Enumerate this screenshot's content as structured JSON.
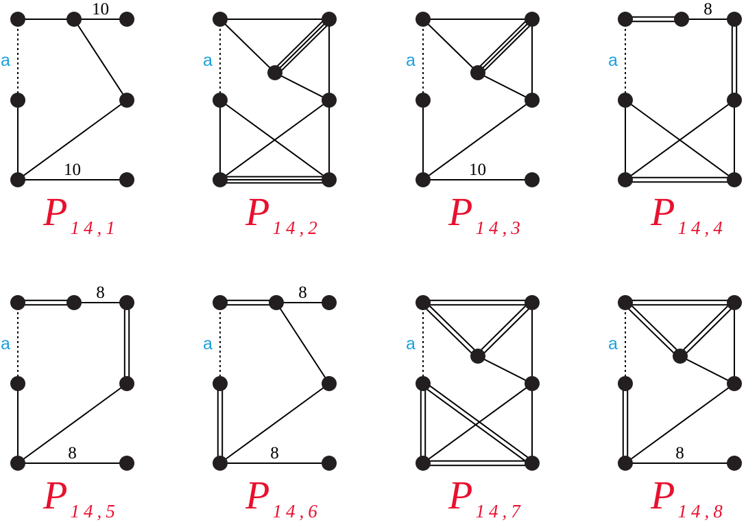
{
  "colors": {
    "caption": "#e8102e",
    "a_label": "#1aa0dc",
    "node": "#231f20",
    "edge": "#000000"
  },
  "dashed_edge_label": "a",
  "panels": [
    {
      "id": "P14_1",
      "caption_main": "P",
      "caption_sub": "14,1",
      "edges": [
        {
          "u": 0,
          "v": 1,
          "style": "single"
        },
        {
          "u": 1,
          "v": 2,
          "style": "single",
          "label": "10"
        },
        {
          "u": 1,
          "v": 4,
          "style": "single"
        },
        {
          "u": 0,
          "v": 3,
          "style": "dashed"
        },
        {
          "u": 3,
          "v": 5,
          "style": "single"
        },
        {
          "u": 4,
          "v": 5,
          "style": "single"
        },
        {
          "u": 5,
          "v": 7,
          "style": "single",
          "label": "10"
        }
      ]
    },
    {
      "id": "P14_2",
      "caption_main": "P",
      "caption_sub": "14,2",
      "edges": [
        {
          "u": 0,
          "v": 2,
          "style": "single"
        },
        {
          "u": 0,
          "v": 3,
          "style": "dashed"
        },
        {
          "u": 0,
          "v": 6,
          "style": "single"
        },
        {
          "u": 2,
          "v": 6,
          "style": "triple"
        },
        {
          "u": 6,
          "v": 4,
          "style": "single"
        },
        {
          "u": 2,
          "v": 4,
          "style": "single"
        },
        {
          "u": 3,
          "v": 5,
          "style": "single"
        },
        {
          "u": 3,
          "v": 7,
          "style": "single"
        },
        {
          "u": 4,
          "v": 5,
          "style": "single"
        },
        {
          "u": 4,
          "v": 7,
          "style": "single"
        },
        {
          "u": 5,
          "v": 7,
          "style": "triple"
        }
      ]
    },
    {
      "id": "P14_3",
      "caption_main": "P",
      "caption_sub": "14,3",
      "edges": [
        {
          "u": 0,
          "v": 2,
          "style": "single"
        },
        {
          "u": 0,
          "v": 3,
          "style": "dashed"
        },
        {
          "u": 0,
          "v": 6,
          "style": "single"
        },
        {
          "u": 2,
          "v": 6,
          "style": "triple"
        },
        {
          "u": 6,
          "v": 4,
          "style": "single"
        },
        {
          "u": 2,
          "v": 4,
          "style": "single"
        },
        {
          "u": 3,
          "v": 5,
          "style": "single"
        },
        {
          "u": 4,
          "v": 5,
          "style": "single"
        },
        {
          "u": 5,
          "v": 7,
          "style": "single",
          "label": "10"
        }
      ]
    },
    {
      "id": "P14_4",
      "caption_main": "P",
      "caption_sub": "14,4",
      "edges": [
        {
          "u": 0,
          "v": 1,
          "style": "double"
        },
        {
          "u": 1,
          "v": 2,
          "style": "single",
          "label": "8"
        },
        {
          "u": 2,
          "v": 4,
          "style": "double"
        },
        {
          "u": 0,
          "v": 3,
          "style": "dashed"
        },
        {
          "u": 3,
          "v": 5,
          "style": "single"
        },
        {
          "u": 3,
          "v": 7,
          "style": "single"
        },
        {
          "u": 4,
          "v": 5,
          "style": "single"
        },
        {
          "u": 4,
          "v": 7,
          "style": "single"
        },
        {
          "u": 5,
          "v": 7,
          "style": "double"
        }
      ]
    },
    {
      "id": "P14_5",
      "caption_main": "P",
      "caption_sub": "14,5",
      "edges": [
        {
          "u": 0,
          "v": 1,
          "style": "double"
        },
        {
          "u": 1,
          "v": 2,
          "style": "single",
          "label": "8"
        },
        {
          "u": 2,
          "v": 4,
          "style": "double"
        },
        {
          "u": 0,
          "v": 3,
          "style": "dashed"
        },
        {
          "u": 3,
          "v": 5,
          "style": "single"
        },
        {
          "u": 4,
          "v": 5,
          "style": "single"
        },
        {
          "u": 5,
          "v": 7,
          "style": "single",
          "label": "8"
        }
      ]
    },
    {
      "id": "P14_6",
      "caption_main": "P",
      "caption_sub": "14,6",
      "edges": [
        {
          "u": 0,
          "v": 1,
          "style": "double"
        },
        {
          "u": 1,
          "v": 2,
          "style": "single",
          "label": "8"
        },
        {
          "u": 1,
          "v": 4,
          "style": "single"
        },
        {
          "u": 0,
          "v": 3,
          "style": "dashed"
        },
        {
          "u": 3,
          "v": 5,
          "style": "double"
        },
        {
          "u": 4,
          "v": 5,
          "style": "single"
        },
        {
          "u": 5,
          "v": 7,
          "style": "single",
          "label": "8"
        }
      ]
    },
    {
      "id": "P14_7",
      "caption_main": "P",
      "caption_sub": "14,7",
      "edges": [
        {
          "u": 0,
          "v": 2,
          "style": "double"
        },
        {
          "u": 0,
          "v": 3,
          "style": "dashed"
        },
        {
          "u": 0,
          "v": 6,
          "style": "double"
        },
        {
          "u": 2,
          "v": 6,
          "style": "double"
        },
        {
          "u": 6,
          "v": 4,
          "style": "single"
        },
        {
          "u": 2,
          "v": 4,
          "style": "single"
        },
        {
          "u": 3,
          "v": 5,
          "style": "double"
        },
        {
          "u": 3,
          "v": 7,
          "style": "double"
        },
        {
          "u": 4,
          "v": 5,
          "style": "single"
        },
        {
          "u": 4,
          "v": 7,
          "style": "single"
        },
        {
          "u": 5,
          "v": 7,
          "style": "double"
        }
      ]
    },
    {
      "id": "P14_8",
      "caption_main": "P",
      "caption_sub": "14,8",
      "edges": [
        {
          "u": 0,
          "v": 2,
          "style": "double"
        },
        {
          "u": 0,
          "v": 3,
          "style": "dashed"
        },
        {
          "u": 0,
          "v": 6,
          "style": "double"
        },
        {
          "u": 2,
          "v": 6,
          "style": "double"
        },
        {
          "u": 6,
          "v": 4,
          "style": "single"
        },
        {
          "u": 2,
          "v": 4,
          "style": "single"
        },
        {
          "u": 3,
          "v": 5,
          "style": "double"
        },
        {
          "u": 4,
          "v": 5,
          "style": "single"
        },
        {
          "u": 5,
          "v": 7,
          "style": "single",
          "label": "8"
        }
      ]
    }
  ]
}
